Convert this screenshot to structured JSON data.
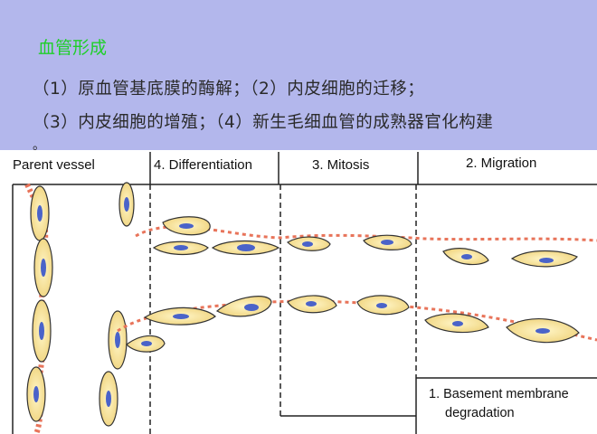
{
  "slide": {
    "title": "血管形成",
    "line1": "（1）原血管基底膜的酶解；（2）内皮细胞的迁移；",
    "line2": "（3）内皮细胞的增殖；（4）新生毛细血管的成熟器官化构建",
    "line3": "。"
  },
  "figure": {
    "parent_vessel": "Parent vessel",
    "stage4": "4. Differentiation",
    "stage3": "3. Mitosis",
    "stage2": "2. Migration",
    "stage1_line1": "1. Basement membrane",
    "stage1_line2": "degradation"
  },
  "colors": {
    "background": "#b3b7ec",
    "title": "#1fcf2a",
    "cell_fill": "#f6e7a6",
    "nucleus": "#4a63c9",
    "membrane": "#e8745a"
  }
}
